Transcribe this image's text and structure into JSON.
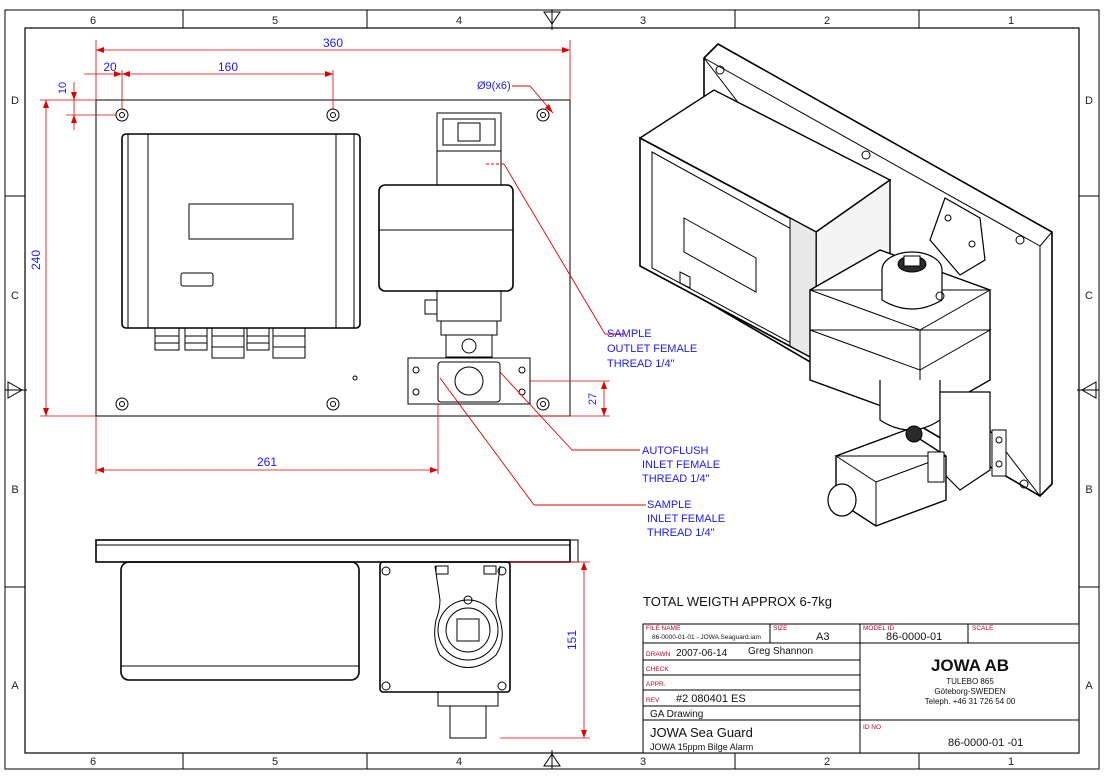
{
  "sheet": {
    "zone_columns": [
      "6",
      "5",
      "4",
      "3",
      "2",
      "1"
    ],
    "zone_rows": [
      "D",
      "C",
      "B",
      "A"
    ]
  },
  "dimensions": {
    "overall_width": "360",
    "hole_pitch": "160",
    "edge_offset_x": "20",
    "edge_offset_y": "10",
    "hole_spec": "Ø9(x6)",
    "overall_height": "240",
    "inlet_offset": "261",
    "inlet_height": "27",
    "side_depth": "151"
  },
  "callouts": {
    "sample_outlet": [
      "SAMPLE",
      "OUTLET FEMALE",
      "THREAD 1/4\""
    ],
    "autoflush_inlet": [
      "AUTOFLUSH",
      "INLET FEMALE",
      "THREAD 1/4\""
    ],
    "sample_inlet": [
      "SAMPLE",
      "INLET FEMALE",
      "THREAD 1/4\""
    ]
  },
  "total_weight": "TOTAL WEIGTH APPROX 6-7kg",
  "title_block": {
    "file_name_label": "FILE NAME",
    "file_name": "86-0000-01-01 - JOWA Seaguard.iam",
    "size_label": "SIZE",
    "size": "A3",
    "model_id_label": "MODEL ID",
    "model_id": "86-0000-01",
    "scale_label": "SCALE",
    "drawn_label": "DRAWN",
    "drawn_date": "2007-06-14",
    "drawn_by": "Greg Shannon",
    "check_label": "CHECK",
    "appr_label": "APPR.",
    "rev_label": "REV",
    "rev": "#2 080401 ES",
    "drawing_type": "GA Drawing",
    "title": "JOWA Sea Guard",
    "subtitle": "JOWA 15ppm Bilge Alarm",
    "id_no_label": "ID NO",
    "id_no": "86-0000-01 -01",
    "company": "JOWA AB",
    "address1": "TULEBO 865",
    "address2": "Göteborg-SWEDEN",
    "phone": "Teleph. +46 31 726 54 00"
  }
}
